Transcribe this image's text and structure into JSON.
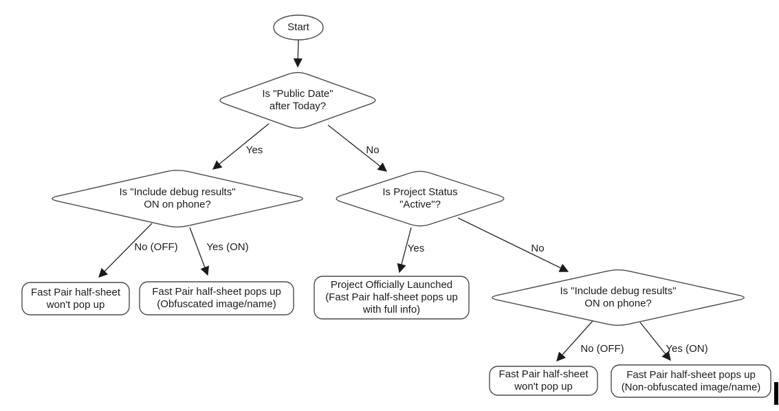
{
  "flowchart": {
    "colors": {
      "background": "#ffffff",
      "stroke_color": "#4a4a4a",
      "arrow_color": "#2f2f2f",
      "text_color": "#1b1b1b"
    },
    "nodes": {
      "start": {
        "shape": "terminator",
        "lines": [
          "Start"
        ]
      },
      "public_date": {
        "shape": "decision",
        "lines": [
          "Is \"Public Date\"",
          "after Today?"
        ]
      },
      "debug_left": {
        "shape": "decision",
        "lines": [
          "Is \"Include debug results\"",
          "ON on phone?"
        ]
      },
      "project_status": {
        "shape": "decision",
        "lines": [
          "Is Project Status",
          "\"Active\"?"
        ]
      },
      "debug_right": {
        "shape": "decision",
        "lines": [
          "Is \"Include debug results\"",
          "ON on phone?"
        ]
      },
      "no_popup_left": {
        "shape": "result",
        "lines": [
          "Fast Pair half-sheet",
          "won't pop up"
        ]
      },
      "obfuscated": {
        "shape": "result",
        "lines": [
          "Fast Pair half-sheet pops up",
          "(Obfuscated image/name)"
        ]
      },
      "launched": {
        "shape": "result",
        "lines": [
          "Project Officially Launched",
          "(Fast Pair half-sheet pops up",
          "with full info)"
        ]
      },
      "no_popup_right": {
        "shape": "result",
        "lines": [
          "Fast Pair half-sheet",
          "won't pop up"
        ]
      },
      "non_obfuscated": {
        "shape": "result",
        "lines": [
          "Fast Pair half-sheet pops up",
          "(Non-obfuscated image/name)"
        ]
      }
    },
    "edge_labels": {
      "public_yes": "Yes",
      "public_no": "No",
      "debug_left_no": "No (OFF)",
      "debug_left_yes": "Yes (ON)",
      "status_yes": "Yes",
      "status_no": "No",
      "debug_right_no": "No (OFF)",
      "debug_right_yes": "Yes (ON)"
    }
  }
}
